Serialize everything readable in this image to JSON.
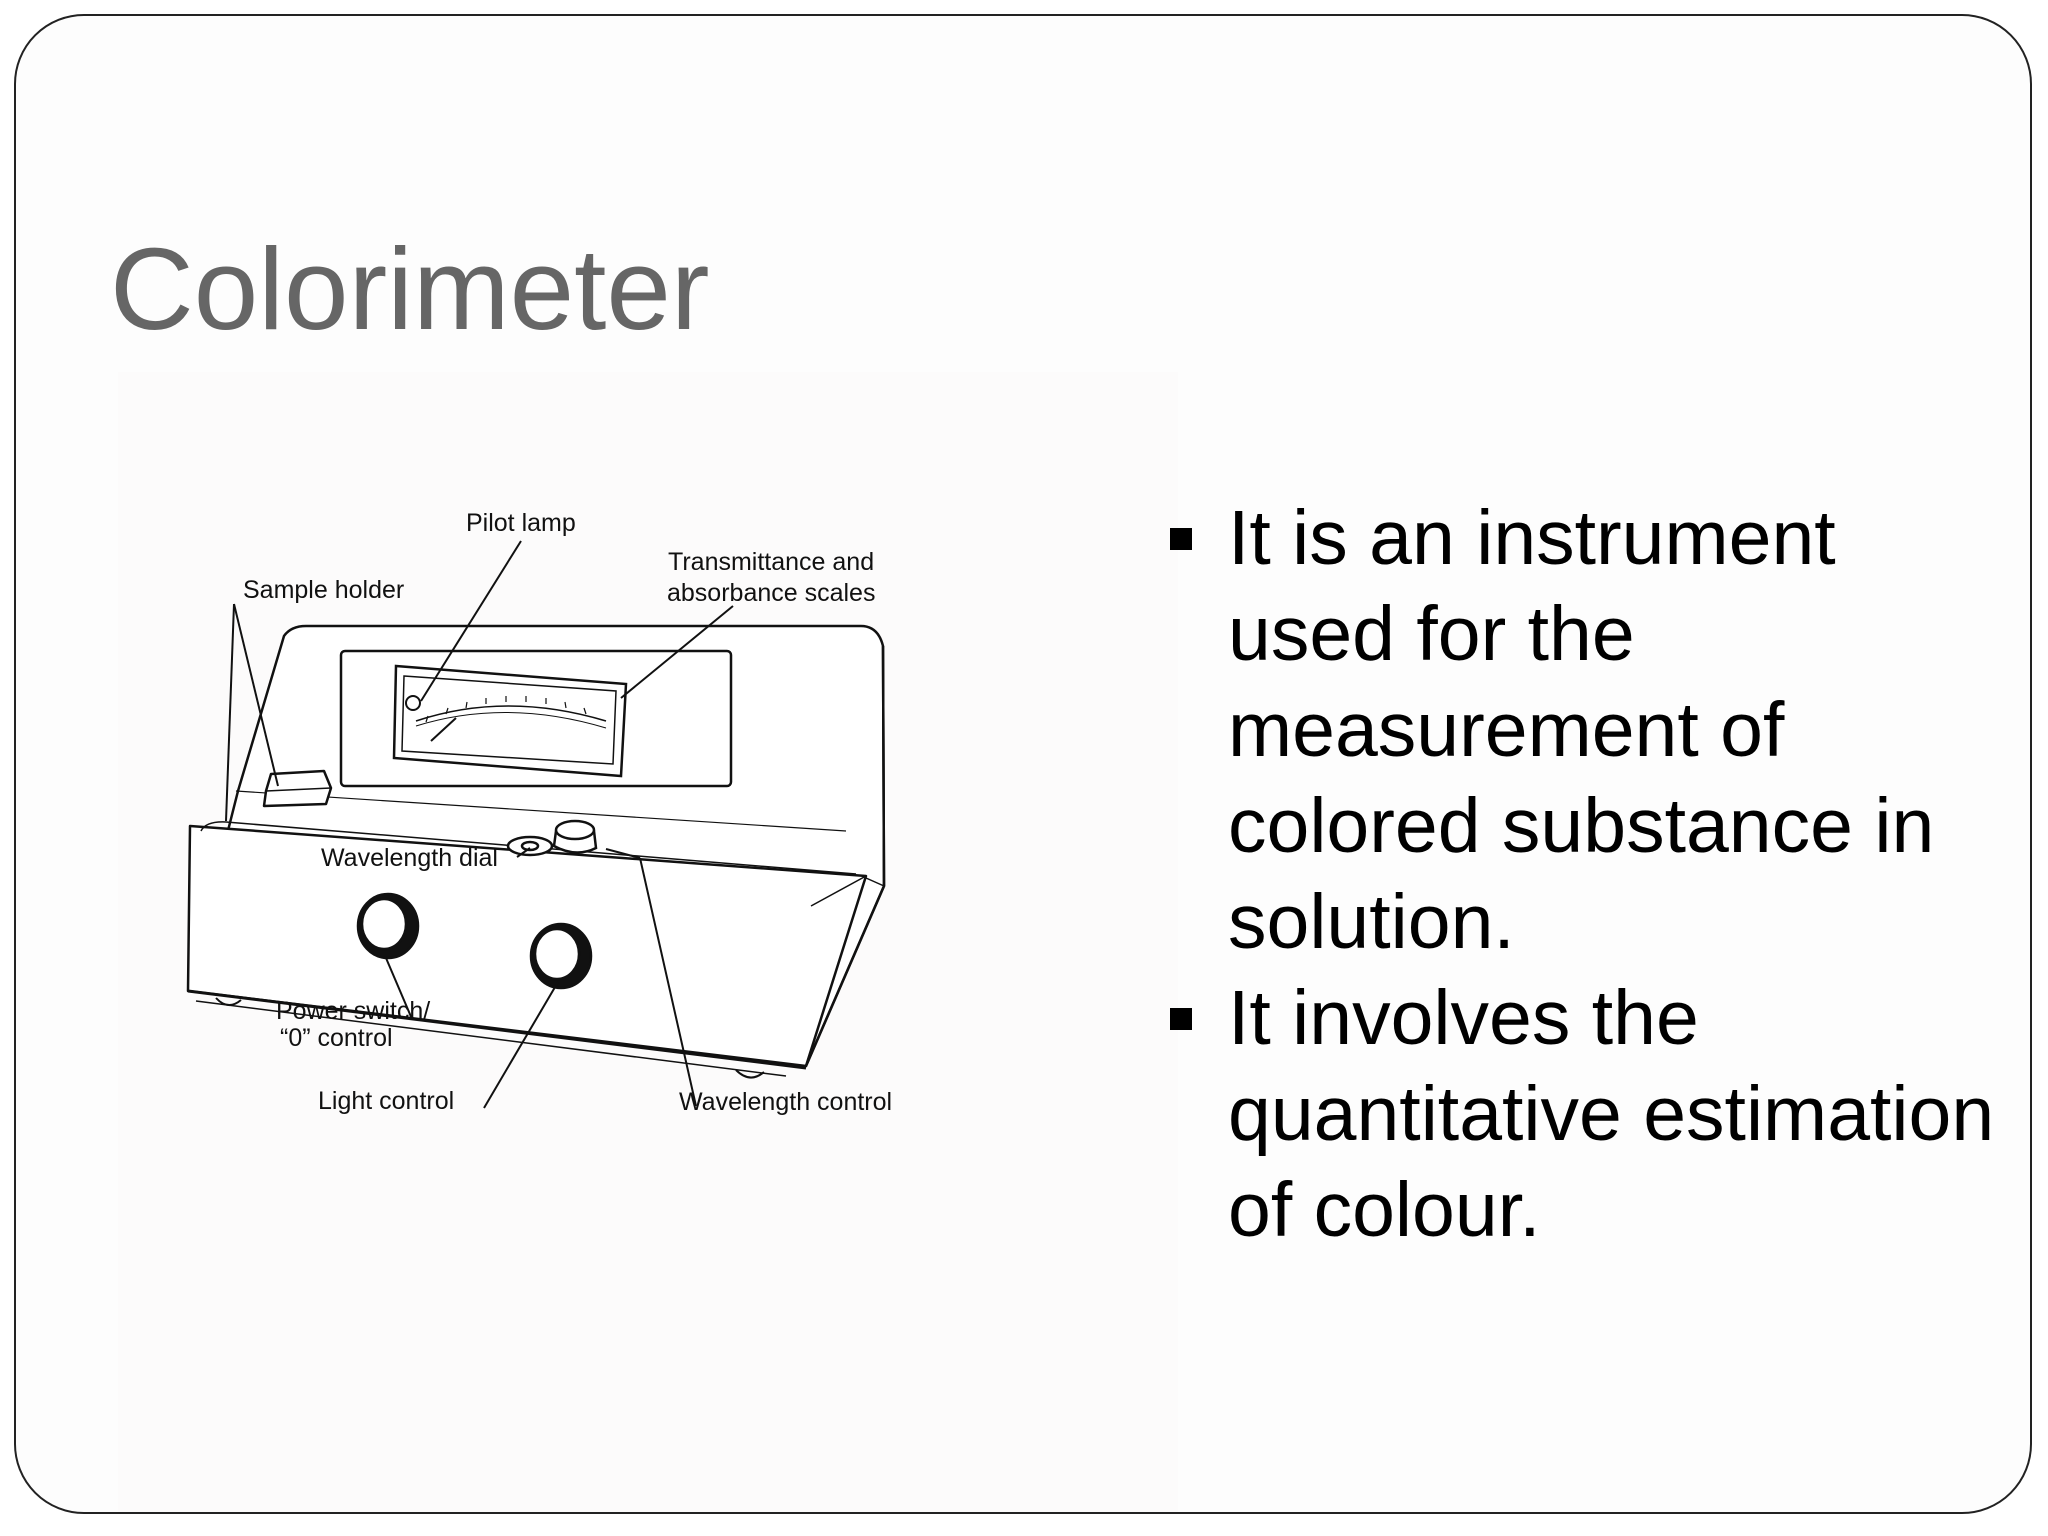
{
  "slide": {
    "title": "Colorimeter",
    "figure": {
      "labels": {
        "pilot_lamp": "Pilot lamp",
        "sample_holder": "Sample holder",
        "scales_line1": "Transmittance and",
        "scales_line2": "absorbance scales",
        "wavelength_dial": "Wavelength dial",
        "power_switch_line1": "Power switch/",
        "power_switch_line2": "“0” control",
        "light_control": "Light control",
        "wavelength_control": "Wavelength control"
      }
    },
    "bullets": [
      {
        "text": "It is an instrument used for the measurement  of colored substance in solution."
      },
      {
        "text": "It involves the quantitative estimation of colour."
      }
    ]
  },
  "colors": {
    "title": "#666666",
    "text": "#000000",
    "border": "#222222"
  }
}
